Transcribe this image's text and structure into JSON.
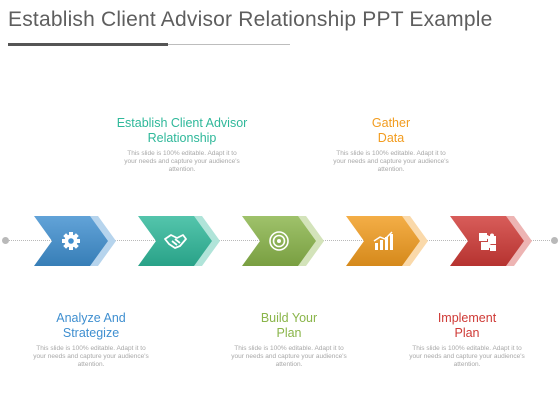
{
  "title": "Establish Client Advisor Relationship PPT Example",
  "steps": [
    {
      "icon": "gear-icon",
      "color": "#3f8fd0",
      "label_position": "below",
      "title_lines": [
        "Analyze And",
        "Strategize"
      ],
      "desc_lines": [
        "This slide is 100% editable. Adapt it to",
        "your needs and capture your audience's",
        "attention."
      ]
    },
    {
      "icon": "handshake-icon",
      "color": "#2fb89a",
      "label_position": "above",
      "title_lines": [
        "Establish Client Advisor",
        "Relationship"
      ],
      "desc_lines": [
        "This slide is 100% editable. Adapt it to",
        "your needs and capture your audience's",
        "attention."
      ]
    },
    {
      "icon": "target-icon",
      "color": "#8ab54a",
      "label_position": "below",
      "title_lines": [
        "Build Your",
        "Plan"
      ],
      "desc_lines": [
        "This slide is 100% editable. Adapt it to",
        "your needs and capture your audience's",
        "attention."
      ]
    },
    {
      "icon": "bar-chart-icon",
      "color": "#f29c1f",
      "label_position": "above",
      "title_lines": [
        "Gather",
        "Data"
      ],
      "desc_lines": [
        "This slide is 100% editable. Adapt it to",
        "your needs and capture your audience's",
        "attention."
      ]
    },
    {
      "icon": "puzzle-icon",
      "color": "#cf3a36",
      "label_position": "below",
      "title_lines": [
        "Implement",
        "Plan"
      ],
      "desc_lines": [
        "This slide is 100% editable. Adapt it to",
        "your needs and capture your audience's",
        "attention."
      ]
    }
  ]
}
